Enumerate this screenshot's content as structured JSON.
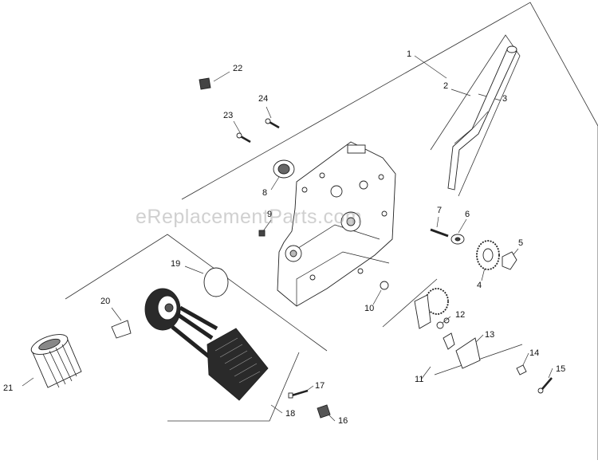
{
  "watermark": "eReplacementParts.com",
  "callouts": {
    "c1": "1",
    "c2": "2",
    "c3": "3",
    "c4": "4",
    "c5": "5",
    "c6": "6",
    "c7": "7",
    "c8": "8",
    "c9": "9",
    "c10": "10",
    "c11": "11",
    "c12": "12",
    "c13": "13",
    "c14": "14",
    "c15": "15",
    "c16": "16",
    "c17": "17",
    "c18": "18",
    "c19": "19",
    "c20": "20",
    "c21": "21",
    "c22": "22",
    "c23": "23",
    "c24": "24"
  },
  "colors": {
    "line": "#222222",
    "part_fill": "#ffffff",
    "dark_fill": "#2a2a2a"
  }
}
